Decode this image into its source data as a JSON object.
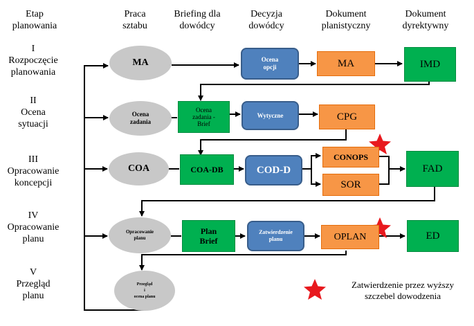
{
  "headers": {
    "stage": "Etap\nplanowania",
    "staff": "Praca\nsztabu",
    "briefing": "Briefing dla\ndowódcy",
    "decision": "Decyzja\ndowódcy",
    "planning_doc": "Dokument\nplanistyczny",
    "directive_doc": "Dokument\ndyrektywny"
  },
  "stages": [
    {
      "num": "I",
      "name": "Rozpoczęcie\nplanowania"
    },
    {
      "num": "II",
      "name": "Ocena\nsytuacji"
    },
    {
      "num": "III",
      "name": "Opracowanie\nkoncepcji"
    },
    {
      "num": "IV",
      "name": "Opracowanie\nplanu"
    },
    {
      "num": "V",
      "name": "Przegląd\nplanu"
    }
  ],
  "nodes": {
    "ma_oval": "MA",
    "ocena_opcji": "Ocena\nopcji",
    "ma_doc": "MA",
    "imd": "IMD",
    "ocena_zadania": "Ocena\nzadania",
    "ocena_zadania_brief": "Ocena\nzadania -\nBrief",
    "wytyczne": "Wytyczne",
    "cpg": "CPG",
    "coa": "COA",
    "coa_db": "COA-DB",
    "cod_d": "COD-D",
    "conops": "CONOPS",
    "sor": "SOR",
    "fad": "FAD",
    "opracowanie_planu": "Opracowanie\nplanu",
    "plan_brief": "Plan\nBrief",
    "zatwierdzenie_planu": "Zatwierdzenie\nplanu",
    "oplan": "OPLAN",
    "ed": "ED",
    "przeglad": "Przegląd\ni\nocena planu"
  },
  "legend": {
    "text": "Zatwierdzenie  przez wyższy\nszczebel dowodzenia",
    "star_color": "#e8191e"
  },
  "colors": {
    "oval": "#c8c8c8",
    "decision": "#4f81bd",
    "planning_doc": "#f79646",
    "directive_doc": "#00b050"
  }
}
